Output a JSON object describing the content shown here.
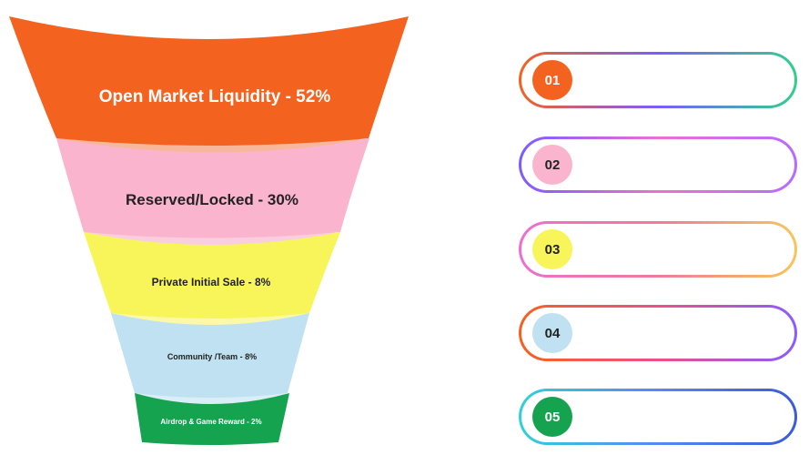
{
  "funnel": {
    "stages": [
      {
        "label": "Open Market Liquidity - 52%",
        "color": "#f4621f",
        "shadow": "#f7b79a",
        "text_color": "#ffffff"
      },
      {
        "label": "Reserved/Locked - 30%",
        "color": "#fbb4cd",
        "shadow": "#f9cfe0",
        "text_color": "#222222"
      },
      {
        "label": "Private Initial Sale - 8%",
        "color": "#f7f55a",
        "shadow": "#fbf9a6",
        "text_color": "#222222"
      },
      {
        "label": "Community /Team - 8%",
        "color": "#bfe1f1",
        "shadow": "#d9eef7",
        "text_color": "#222222"
      },
      {
        "label": "Airdrop & Game Reward - 2%",
        "color": "#16a350",
        "shadow": "#8fd3aa",
        "text_color": "#ffffff"
      }
    ]
  },
  "legend": {
    "items": [
      {
        "number": "01",
        "badge_color": "#f4621f",
        "number_color": "#ffffff",
        "gradient": [
          "#f4621f",
          "#7b5cff",
          "#2fd18a"
        ]
      },
      {
        "number": "02",
        "badge_color": "#fbb4cd",
        "number_color": "#222222",
        "gradient": [
          "#7b5cff",
          "#ee6fd0",
          "#b56cff"
        ]
      },
      {
        "number": "03",
        "badge_color": "#f7f55a",
        "number_color": "#222222",
        "gradient": [
          "#ec6fd0",
          "#f07a9c",
          "#f7c65a"
        ]
      },
      {
        "number": "04",
        "badge_color": "#bfe1f1",
        "number_color": "#222222",
        "gradient": [
          "#f4621f",
          "#ee4f8a",
          "#8a5cff"
        ]
      },
      {
        "number": "05",
        "badge_color": "#16a350",
        "number_color": "#ffffff",
        "gradient": [
          "#2fd1d9",
          "#5a86f5",
          "#3a5cd8"
        ]
      }
    ]
  }
}
